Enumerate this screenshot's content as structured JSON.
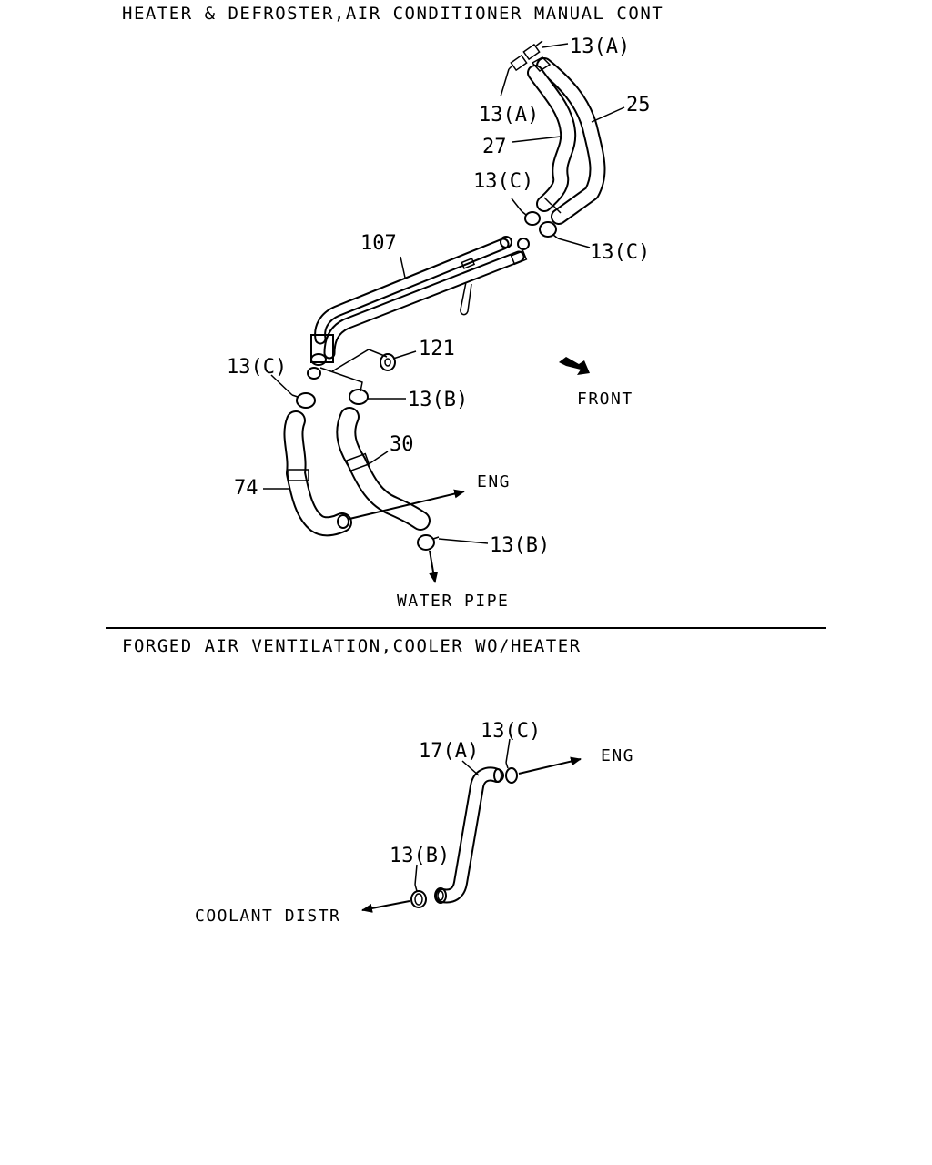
{
  "colors": {
    "ink": "#000000",
    "paper": "#ffffff"
  },
  "sections": {
    "top_title": "HEATER & DEFROSTER,AIR CONDITIONER MANUAL CONT",
    "bottom_title": "FORGED AIR VENTILATION,COOLER WO/HEATER"
  },
  "callouts": {
    "p13a_top": "13(A)",
    "p13a_left": "13(A)",
    "p25": "25",
    "p27": "27",
    "p13c_upper": "13(C)",
    "p13c_right": "13(C)",
    "p107": "107",
    "p121": "121",
    "p13c_left": "13(C)",
    "p13b_mid": "13(B)",
    "p30": "30",
    "p74": "74",
    "p13b_low": "13(B)",
    "p17a": "17(A)",
    "p13c_bottom": "13(C)",
    "p13b_bottom": "13(B)"
  },
  "notes": {
    "front": "FRONT",
    "eng_top": "ENG",
    "water_pipe": "WATER PIPE",
    "eng_bottom": "ENG",
    "coolant_distr": "COOLANT DISTR"
  }
}
